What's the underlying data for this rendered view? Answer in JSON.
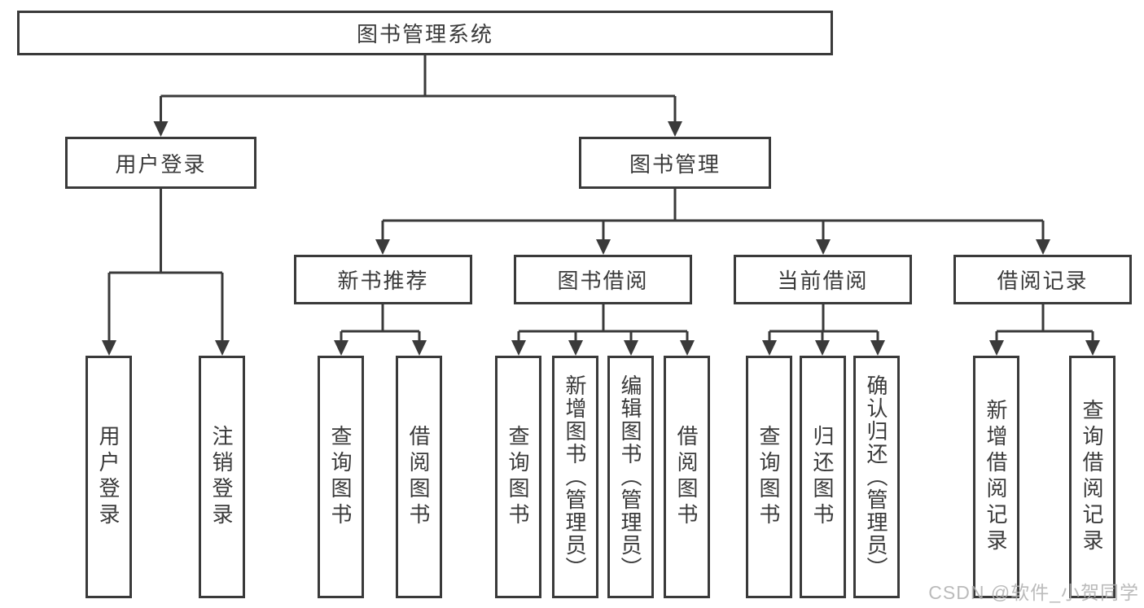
{
  "nodes": {
    "root": "图书管理系统",
    "user_login": "用户登录",
    "book_management": "图书管理",
    "new_book_recommend": "新书推荐",
    "book_borrow": "图书借阅",
    "current_borrow": "当前借阅",
    "borrow_record": "借阅记录",
    "ul_login": "用户登录",
    "ul_logout": "注销登录",
    "nbr_query_book": "查询图书",
    "nbr_borrow_book": "借阅图书",
    "bb_query_book": "查询图书",
    "bb_add_book": "新增图书（管理员）",
    "bb_edit_book": "编辑图书（管理员）",
    "bb_borrow_book": "借阅图书",
    "cb_query_book": "查询图书",
    "cb_return_book": "归还图书",
    "cb_confirm_return": "确认归还（管理员）",
    "br_add_record": "新增借阅记录",
    "br_query_record": "查询借阅记录"
  },
  "watermark": "CSDN @软件_小贺同学",
  "colors": {
    "line": "#3a3a3a",
    "box_border": "#3a3a3a",
    "text": "#3a3a3a",
    "watermark": "#afafaf",
    "background": "#ffffff"
  }
}
